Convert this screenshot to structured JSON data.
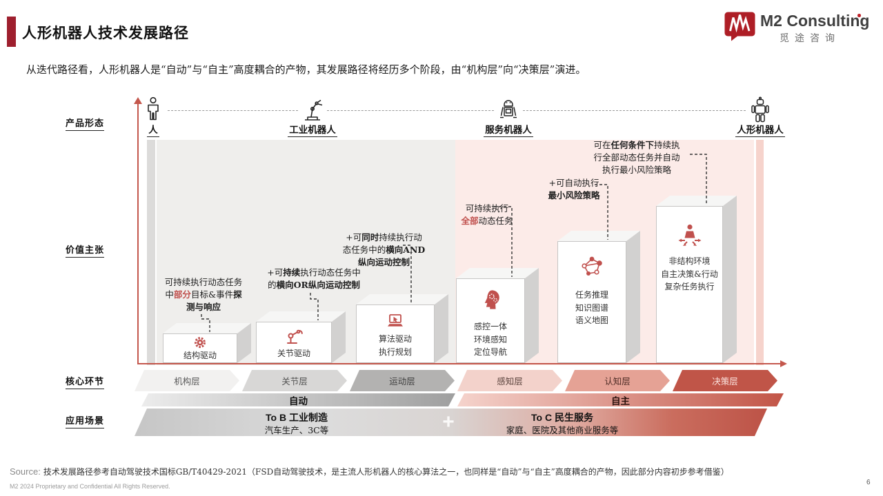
{
  "header": {
    "title": "人形机器人技术发展路径",
    "logo_name": "M2 Consulting",
    "logo_cn": "觅途咨询",
    "subtitle": "从迭代路径看，人形机器人是“自动”与“自主”高度耦合的产物，其发展路径将经历多个阶段，由“机构层”向“决策层”演进。"
  },
  "row_labels": {
    "product": "产品形态",
    "value": "价值主张",
    "core": "核心环节",
    "application": "应用场景"
  },
  "products": [
    {
      "label": "人",
      "icon": "person-icon"
    },
    {
      "label": "工业机器人",
      "icon": "industrial-robot-icon"
    },
    {
      "label": "服务机器人",
      "icon": "service-robot-icon"
    },
    {
      "label": "人形机器人",
      "icon": "humanoid-robot-icon"
    }
  ],
  "value_boxes": [
    {
      "icon": "gear-icon",
      "lines": [
        "结构驱动"
      ]
    },
    {
      "icon": "joint-arm-icon",
      "lines": [
        "关节驱动"
      ]
    },
    {
      "icon": "laptop-cursor-icon",
      "lines": [
        "算法驱动",
        "执行规划"
      ]
    },
    {
      "icon": "head-gear-icon",
      "lines": [
        "感控一体",
        "环境感知",
        "定位导航"
      ]
    },
    {
      "icon": "knowledge-graph-icon",
      "lines": [
        "任务推理",
        "知识图谱",
        "语义地图"
      ]
    },
    {
      "icon": "decision-person-icon",
      "lines": [
        "非结构环境",
        "自主决策&行动",
        "复杂任务执行"
      ]
    }
  ],
  "annotations": [
    {
      "segments": [
        {
          "t": "可持续执行动态任务",
          "br": true
        },
        {
          "t": "中"
        },
        {
          "t": "部分",
          "red": true,
          "bold": true
        },
        {
          "t": "目标&事件"
        },
        {
          "t": "探",
          "bold": true,
          "br": true
        },
        {
          "t": "测与响应",
          "bold": true
        }
      ]
    },
    {
      "segments": [
        {
          "t": "+可"
        },
        {
          "t": "持续",
          "bold": true
        },
        {
          "t": "执行动态任务中",
          "br": true
        },
        {
          "t": "的"
        },
        {
          "t": "横向OR纵向运动控制",
          "bold": true
        }
      ]
    },
    {
      "segments": [
        {
          "t": "+可"
        },
        {
          "t": "同时",
          "bold": true
        },
        {
          "t": "持续执行动",
          "br": true
        },
        {
          "t": "态任务中的"
        },
        {
          "t": "横向AND",
          "bold": true,
          "br": true
        },
        {
          "t": "纵向运动控制",
          "bold": true
        }
      ]
    },
    {
      "segments": [
        {
          "t": "可持续执行",
          "br": true
        },
        {
          "t": "全部",
          "red": true,
          "bold": true
        },
        {
          "t": "动态任务"
        }
      ]
    },
    {
      "segments": [
        {
          "t": "+可自动执行",
          "br": true
        },
        {
          "t": "最小风险策略",
          "bold": true
        }
      ]
    },
    {
      "segments": [
        {
          "t": "可在"
        },
        {
          "t": "任何条件下",
          "bold": true
        },
        {
          "t": "持续执",
          "br": true
        },
        {
          "t": "行全部动态任务并自动",
          "br": true
        },
        {
          "t": "执行最小风险策略"
        }
      ]
    }
  ],
  "stages": [
    {
      "label": "机构层",
      "bg": "#f2f1f0",
      "fg": "#595959"
    },
    {
      "label": "关节层",
      "bg": "#d8d7d6",
      "fg": "#4f4f4f"
    },
    {
      "label": "运动层",
      "bg": "#b3b2b1",
      "fg": "#3f3f3f"
    },
    {
      "label": "感知层",
      "bg": "#f3d2cb",
      "fg": "#5a423c"
    },
    {
      "label": "认知层",
      "bg": "#e5a295",
      "fg": "#4d2b25"
    },
    {
      "label": "决策层",
      "bg": "#c05548",
      "fg": "#fbe4df"
    }
  ],
  "mode_bars": [
    {
      "label": "自动"
    },
    {
      "label": "自主"
    }
  ],
  "application": {
    "tob_title": "To B 工业制造",
    "tob_desc": "汽车生产、3C等",
    "toc_title": "To C 民生服务",
    "toc_desc": "家庭、医院及其他商业服务等",
    "plus": "+"
  },
  "footer": {
    "source_prefix": "Source:",
    "source_text": "技术发展路径参考自动驾驶技术国标GB/T40429-2021（FSD自动驾驶技术，是主流人形机器人的核心算法之一，也同样是“自动”与“自主”高度耦合的产物，因此部分内容初步参考借鉴）",
    "copyright": "M2 2024 Proprietary and Confidential All Rights Reserved.",
    "page": "6"
  },
  "colors": {
    "accent": "#c0504d",
    "brand_red": "#9e1f2e",
    "axis_red": "#c4574c",
    "pink_bg": "#fcebe8",
    "gray_bg": "#efeeec",
    "decision_red": "#c05548"
  }
}
